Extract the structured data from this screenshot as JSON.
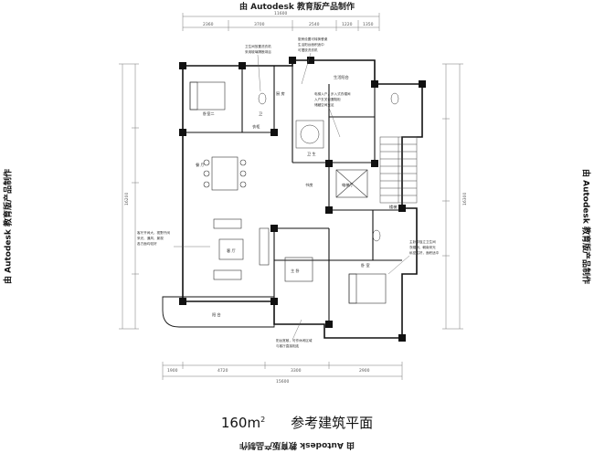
{
  "watermark": {
    "text": "由 Autodesk 教育版产品制作"
  },
  "title": {
    "area": "160m",
    "area_sup": "2",
    "name": "参考建筑平面"
  },
  "dimensions": {
    "top": [
      "2360",
      "3700",
      "2540",
      "1220",
      "1350"
    ],
    "top_total": "11600",
    "bottom": [
      "1900",
      "4720",
      "3300",
      "2900"
    ],
    "bottom_total": "15600",
    "left_total": "16200",
    "right_total": "16300"
  },
  "rooms": {
    "bedroom_2": "卧室二",
    "bathroom_2": "卫",
    "closet": "衣柜",
    "kitchen": "厨 房",
    "balcony_top": "生活阳台",
    "bathroom_main": "卫 生",
    "elevator_hall": "电梯厅",
    "dining": "餐 厅",
    "living": "客 厅",
    "bedroom_main": "主 卧",
    "master_suite": "卧 室",
    "study": "书房",
    "balcony_front": "阳 台",
    "stair": "楼梯"
  },
  "notes": {
    "n1": [
      "卫生间放置洗衣机",
      "采用玻璃隔断淋浴"
    ],
    "n2": [
      "厨房设置可转换餐桌",
      "生活阳台面积适中",
      "可摆放洗衣机"
    ],
    "n3": [
      "电梯入户，步入式衣帽间",
      "入户玄关设置鞋柜",
      "储藏空间充足"
    ],
    "n4": [
      "客厅开间大，视野开阔",
      "采光、通风、景观",
      "各方面均较好"
    ],
    "n5": [
      "主卧带独立卫生间",
      "衣帽间，朝南采光",
      "私密性好，面积适中"
    ],
    "n6": [
      "阳台宽敞，可作休闲区域",
      "与客厅直接相连"
    ]
  }
}
